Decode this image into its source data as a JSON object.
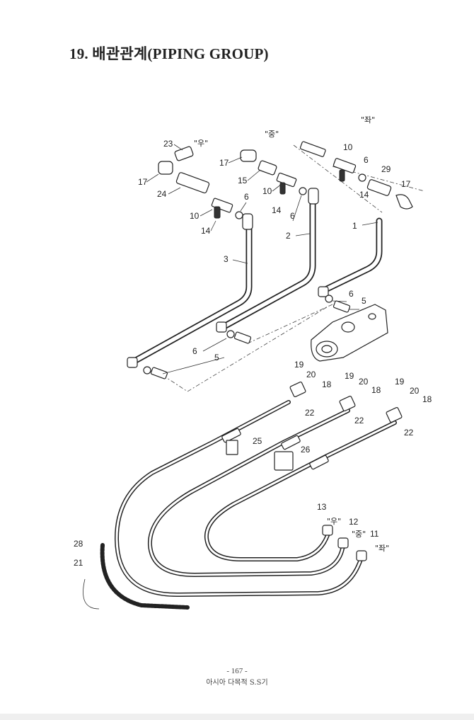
{
  "title": "19. 배관관계(PIPING GROUP)",
  "footer": {
    "page": "- 167 -",
    "name": "아시아 다목적 S.S기"
  },
  "position_labels": {
    "right": "\"우\"",
    "center": "\"중\"",
    "left": "\"좌\""
  },
  "callouts": [
    "23",
    "17",
    "17",
    "24",
    "10",
    "14",
    "6",
    "3",
    "15",
    "10",
    "14",
    "6",
    "2",
    "10",
    "6",
    "29",
    "14",
    "17",
    "1",
    "6",
    "5",
    "6",
    "5",
    "19",
    "20",
    "18",
    "22",
    "19",
    "20",
    "18",
    "22",
    "19",
    "20",
    "18",
    "22",
    "25",
    "26",
    "13",
    "12",
    "11",
    "28",
    "21"
  ]
}
